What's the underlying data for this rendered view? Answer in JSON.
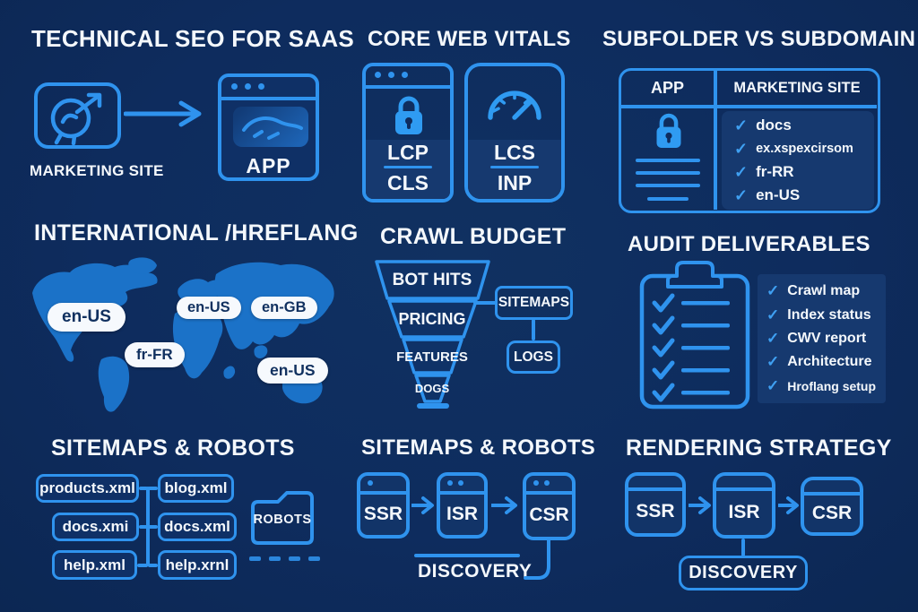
{
  "icons": {
    "check": "✓"
  },
  "colors": {
    "background": "#0e2c5e",
    "stroke_blue": "#2f93ee",
    "panel_blue": "#16396f",
    "map_blue": "#1b72c8",
    "text_white": "#f4f8fc"
  },
  "technical": {
    "title": "TECHNICAL SEO FOR SAAS",
    "marketing_site_label": "MARKETING SITE",
    "app_label": "APP"
  },
  "cwv": {
    "title": "CORE WEB VITALS",
    "card1_top": "LCP",
    "card1_bottom": "CLS",
    "card2_top": "LCS",
    "card2_bottom": "INP"
  },
  "subfolder": {
    "title": "SUBFOLDER VS SUBDOMAIN",
    "col_app": "APP",
    "col_marketing": "MARKETING SITE",
    "items": [
      "docs",
      "ex.xspexcirsom",
      "fr-RR",
      "en-US"
    ]
  },
  "hreflang": {
    "title": "INTERNATIONAL /HREFLANG",
    "pills": [
      "en-US",
      "en-US",
      "en-GB",
      "fr-FR",
      "en-US"
    ]
  },
  "crawl": {
    "title": "CRAWL BUDGET",
    "funnel": [
      "BOT HITS",
      "PRICING",
      "FEATURES",
      "DOGS"
    ],
    "box_sitemaps": "SITEMAPS",
    "box_logs": "LOGS"
  },
  "audit": {
    "title": "AUDIT DELIVERABLES",
    "items": [
      "Crawl map",
      "Index status",
      "CWV report",
      "Architecture",
      "Hroflang setup"
    ]
  },
  "sitemaps": {
    "title": "SITEMAPS & ROBOTS",
    "files_left": [
      "products.xml",
      "docs.xmi",
      "help.xml"
    ],
    "files_right": [
      "blog.xml",
      "docs.xml",
      "help.xrnl"
    ],
    "folder_label": "ROBOTS"
  },
  "rendering_mid": {
    "title": "SITEMAPS & ROBOTS",
    "cards": [
      "SSR",
      "ISR",
      "CSR"
    ],
    "discovery_label": "DISCOVERY"
  },
  "rendering_right": {
    "title": "RENDERING STRATEGY",
    "cards": [
      "SSR",
      "ISR",
      "CSR"
    ],
    "discovery_label": "DISCOVERY"
  }
}
